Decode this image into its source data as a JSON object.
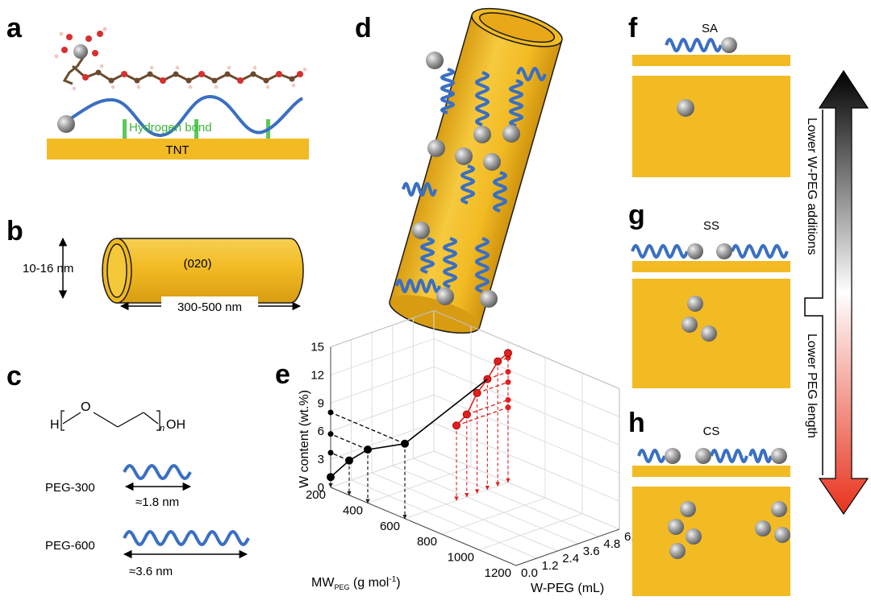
{
  "panels": {
    "a": {
      "label": "a",
      "bond_label": "Hydrogen  bond",
      "substrate_label": "TNT"
    },
    "b": {
      "label": "b",
      "diameter_label": "10-16 nm",
      "facet_label": "(020)",
      "length_label": "300-500 nm"
    },
    "c": {
      "label": "c",
      "formula_h": "H",
      "formula_o": "O",
      "formula_n": "n",
      "formula_oh": "OH",
      "peg300_label": "PEG-300",
      "peg300_length": "≈1.8 nm",
      "peg600_label": "PEG-600",
      "peg600_length": "≈3.6 nm"
    },
    "d": {
      "label": "d"
    },
    "e": {
      "label": "e"
    },
    "f": {
      "label": "f",
      "title": "SA"
    },
    "g": {
      "label": "g",
      "title": "SS"
    },
    "h": {
      "label": "h",
      "title": "CS"
    }
  },
  "gradient_arrow": {
    "upper_label": "Lower W-PEG additions",
    "lower_label": "Lower PEG length",
    "colors": {
      "top": "#000000",
      "middle": "#ffffff",
      "bottom": "#e8321c"
    }
  },
  "colors": {
    "tnt": "#f2bb24",
    "peg": "#3a6fc2",
    "sphere": "#9a9a9a",
    "bond": "#5cc85c",
    "series_mw": "#000000",
    "series_wpeg": "#e02020"
  },
  "chart_data": {
    "type": "scatter",
    "subtype": "3d-line-with-projections",
    "title": "",
    "xlabel_main": "MW",
    "xlabel_sub": "PEG",
    "xlabel_unit": "(g mol",
    "xlabel_sup": "-1",
    "xlabel_end": ")",
    "ylabel": "W-PEG (mL)",
    "zlabel": "W content (wt.%)",
    "x_ticks": [
      "200",
      "400",
      "600",
      "800",
      "1000",
      "1200"
    ],
    "y_ticks": [
      "0.0",
      "1.2",
      "2.4",
      "3.6",
      "4.8",
      "6.0"
    ],
    "z_ticks": [
      "0",
      "3",
      "6",
      "9",
      "12",
      "15"
    ],
    "xlim": [
      200,
      1200
    ],
    "ylim": [
      0,
      6
    ],
    "zlim": [
      0,
      15
    ],
    "grid": true,
    "series": [
      {
        "mw": [
          200,
          300,
          400,
          600
        ],
        "wpeg": [
          0,
          0,
          0,
          0
        ],
        "w": [
          1.1,
          3.7,
          5.7,
          8.0
        ]
      },
      {
        "mw": [
          600,
          600,
          600,
          600,
          600,
          600
        ],
        "wpeg": [
          3.0,
          3.6,
          4.2,
          4.8,
          5.4,
          6.0
        ],
        "w": [
          8.0,
          8.8,
          10.7,
          11.8,
          13.3,
          13.8
        ]
      }
    ]
  }
}
